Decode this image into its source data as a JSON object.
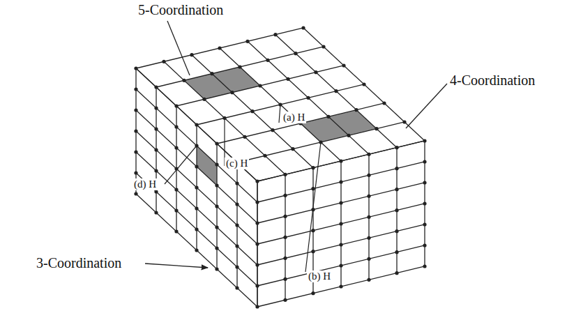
{
  "diagram": {
    "labels": [
      "5-Coordination",
      "4-Coordination",
      "3-Coordination",
      "(a) H",
      "(b) H",
      "(c) H",
      "(d) H"
    ]
  }
}
